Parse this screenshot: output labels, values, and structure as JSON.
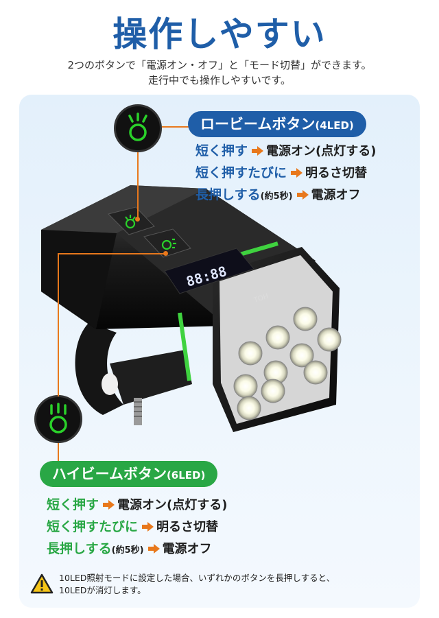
{
  "title": "操作しやすい",
  "subtitle_line1": "2つのボタンで「電源オン・オフ」と「モード切替」ができます。",
  "subtitle_line2": "走行中でも操作しやすいです。",
  "low_beam": {
    "label": "ロービームボタン",
    "led": "(4LED)",
    "ops": [
      {
        "key": "短く押す",
        "result": "電源オン(点灯する)",
        "note": ""
      },
      {
        "key": "短く押すたびに",
        "result": "明るさ切替",
        "note": ""
      },
      {
        "key": "長押しする",
        "result": "電源オフ",
        "note": "(約5秒)"
      }
    ]
  },
  "high_beam": {
    "label": "ハイビームボタン",
    "led": "(6LED)",
    "ops": [
      {
        "key": "短く押す",
        "result": "電源オン(点灯する)",
        "note": ""
      },
      {
        "key": "短く押すたびに",
        "result": "明るさ切替",
        "note": ""
      },
      {
        "key": "長押しする",
        "result": "電源オフ",
        "note": "(約5秒)"
      }
    ]
  },
  "display_readout": "88:88",
  "device_marking": "TOH",
  "warning": {
    "line1": "10LED照射モードに設定した場合、いずれかのボタンを長押しすると、",
    "line2": "10LEDが消灯します。"
  },
  "colors": {
    "title_blue": "#1f5ea8",
    "green": "#29a745",
    "orange_arrow": "#e8781c",
    "panel_bg": "#e3f0fb"
  },
  "icons": [
    "low-beam-icon",
    "high-beam-icon",
    "warning-icon",
    "arrow-right-icon"
  ]
}
